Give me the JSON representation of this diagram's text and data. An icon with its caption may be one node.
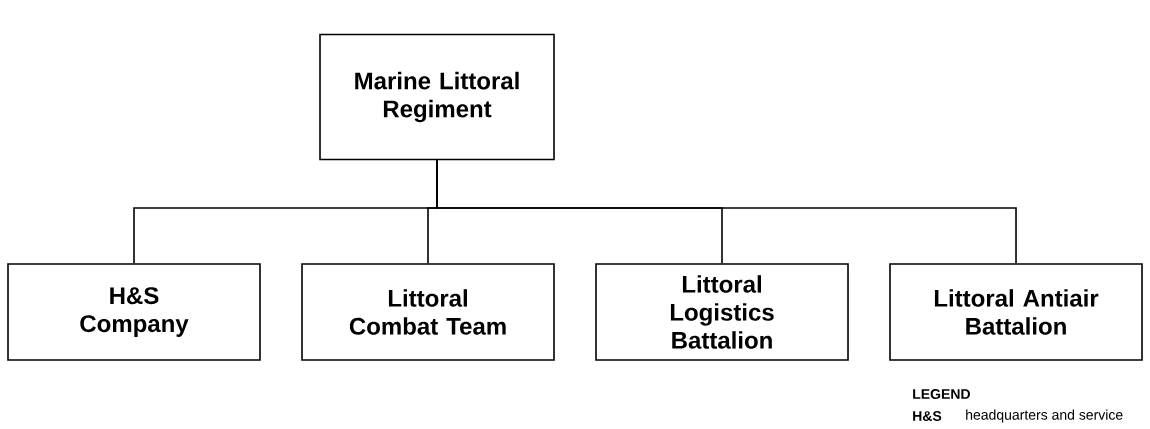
{
  "diagram": {
    "nodes": [
      {
        "text": [
          "Marine Littoral Regiment"
        ]
      },
      {
        "text": [
          "H&S Company"
        ]
      },
      {
        "text": [
          "Littoral Combat Team"
        ]
      },
      {
        "text": [
          "Littoral Logistics Battalion"
        ]
      },
      {
        "text": [
          "Littoral Antiair Battalion"
        ]
      }
    ],
    "edges": [
      {
        "from": 0,
        "to": 1,
        "arrow": "none"
      },
      {
        "from": 0,
        "to": 2,
        "arrow": "none"
      },
      {
        "from": 0,
        "to": 3,
        "arrow": "none"
      },
      {
        "from": 0,
        "to": 4,
        "arrow": "none"
      }
    ],
    "labels": [
      "LEGEND",
      "H&S",
      "headquarters and service"
    ]
  }
}
